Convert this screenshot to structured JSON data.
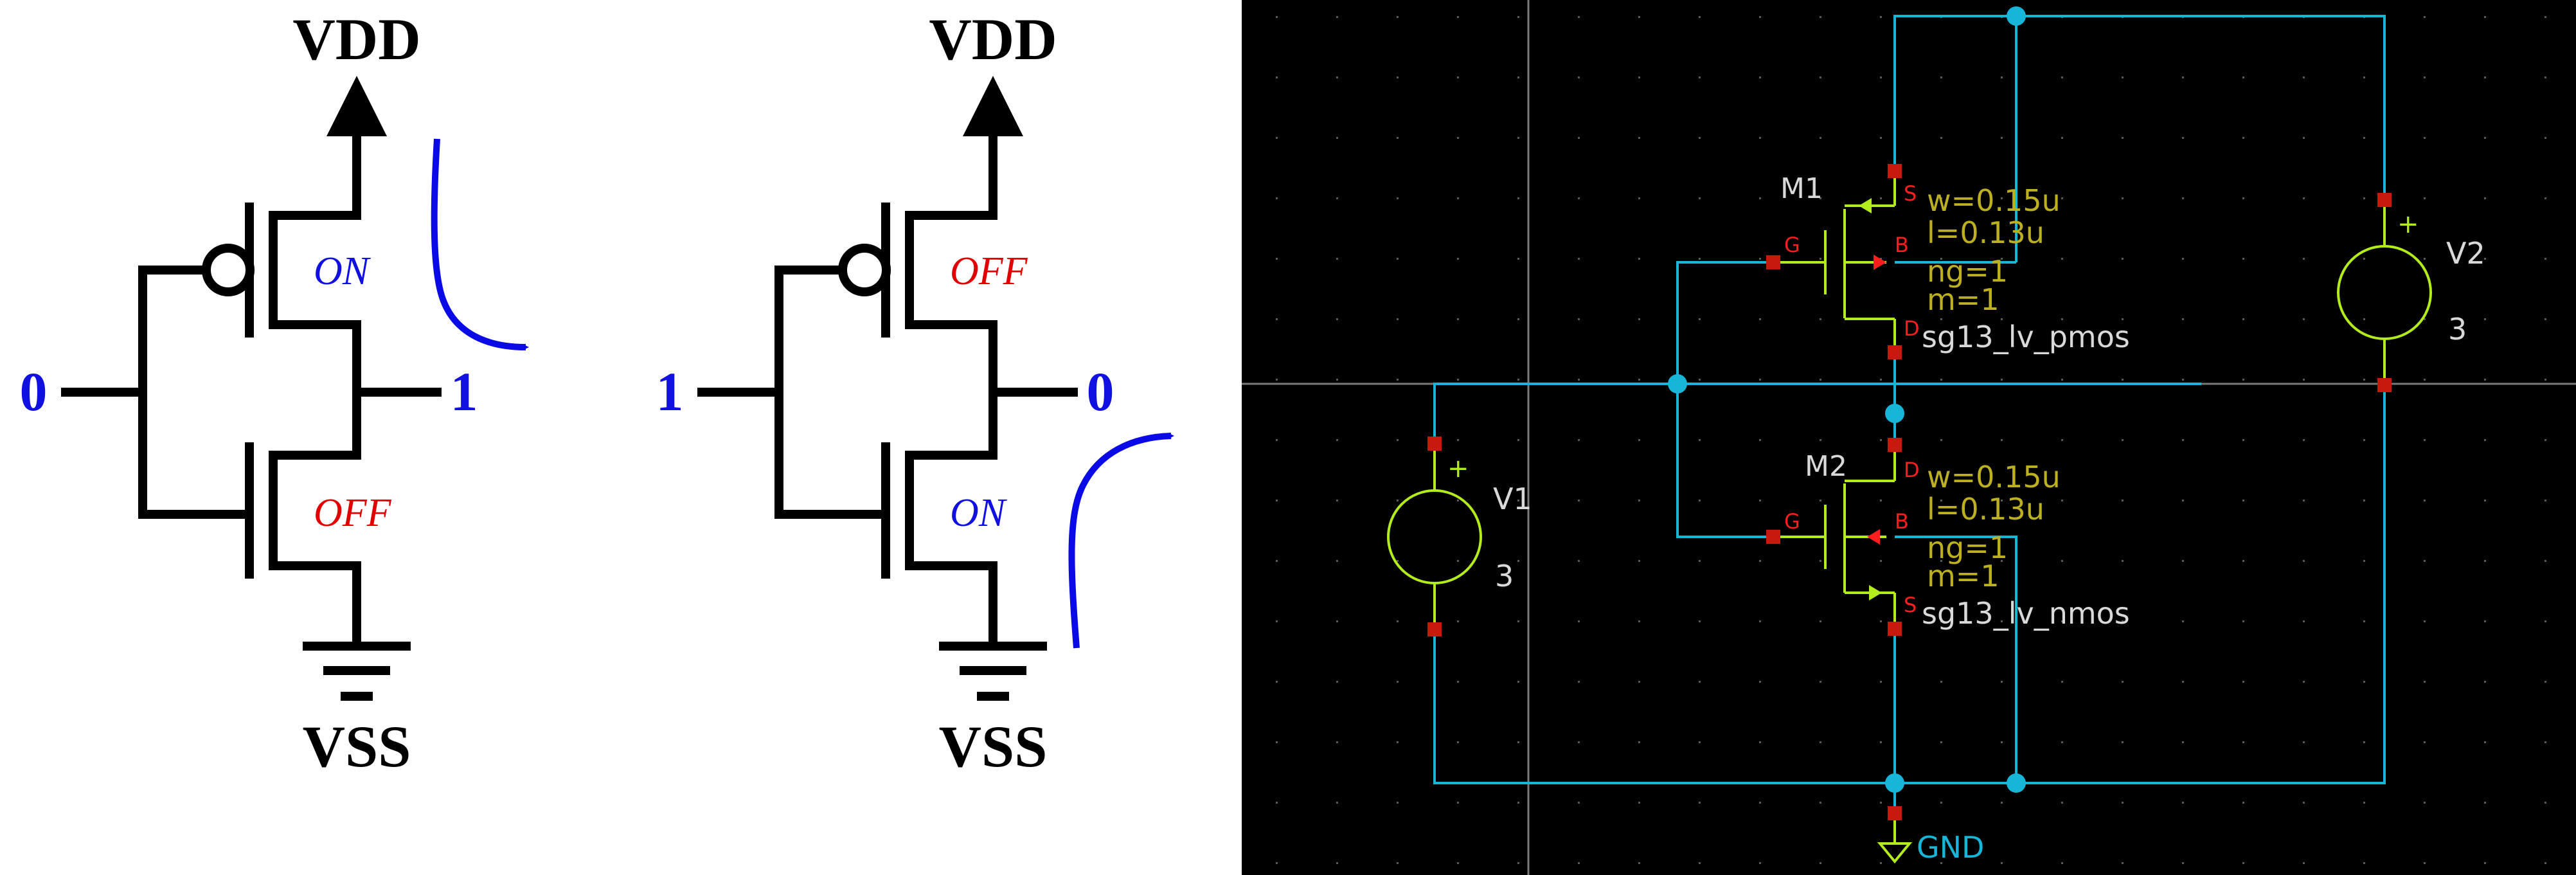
{
  "inverter_low_in": {
    "vdd": "VDD",
    "vss": "VSS",
    "input": "0",
    "output": "1",
    "pmos_state": "ON",
    "nmos_state": "OFF"
  },
  "inverter_high_in": {
    "vdd": "VDD",
    "vss": "VSS",
    "input": "1",
    "output": "0",
    "pmos_state": "OFF",
    "nmos_state": "ON"
  },
  "schematic": {
    "pmos": {
      "name": "M1",
      "pin_s": "S",
      "pin_g": "G",
      "pin_b": "B",
      "pin_d": "D",
      "w": "w=0.15u",
      "l": "l=0.13u",
      "ng": "ng=1",
      "m": "m=1",
      "model": "sg13_lv_pmos"
    },
    "nmos": {
      "name": "M2",
      "pin_d": "D",
      "pin_g": "G",
      "pin_b": "B",
      "pin_s": "S",
      "w": "w=0.15u",
      "l": "l=0.13u",
      "ng": "ng=1",
      "m": "m=1",
      "model": "sg13_lv_nmos"
    },
    "v1": {
      "name": "V1",
      "value": "3",
      "plus": "+"
    },
    "v2": {
      "name": "V2",
      "value": "3",
      "plus": "+"
    },
    "gnd": "GND"
  },
  "colors": {
    "wire": "#17b6d8",
    "pin": "#c8190f",
    "symbol": "#b3ec1c",
    "param": "#bdb020",
    "label": "#d9d9d9",
    "pin_label": "#ff1e1e",
    "on": "#1010e0",
    "off": "#e00000",
    "arrow": "#0a0ae6"
  }
}
